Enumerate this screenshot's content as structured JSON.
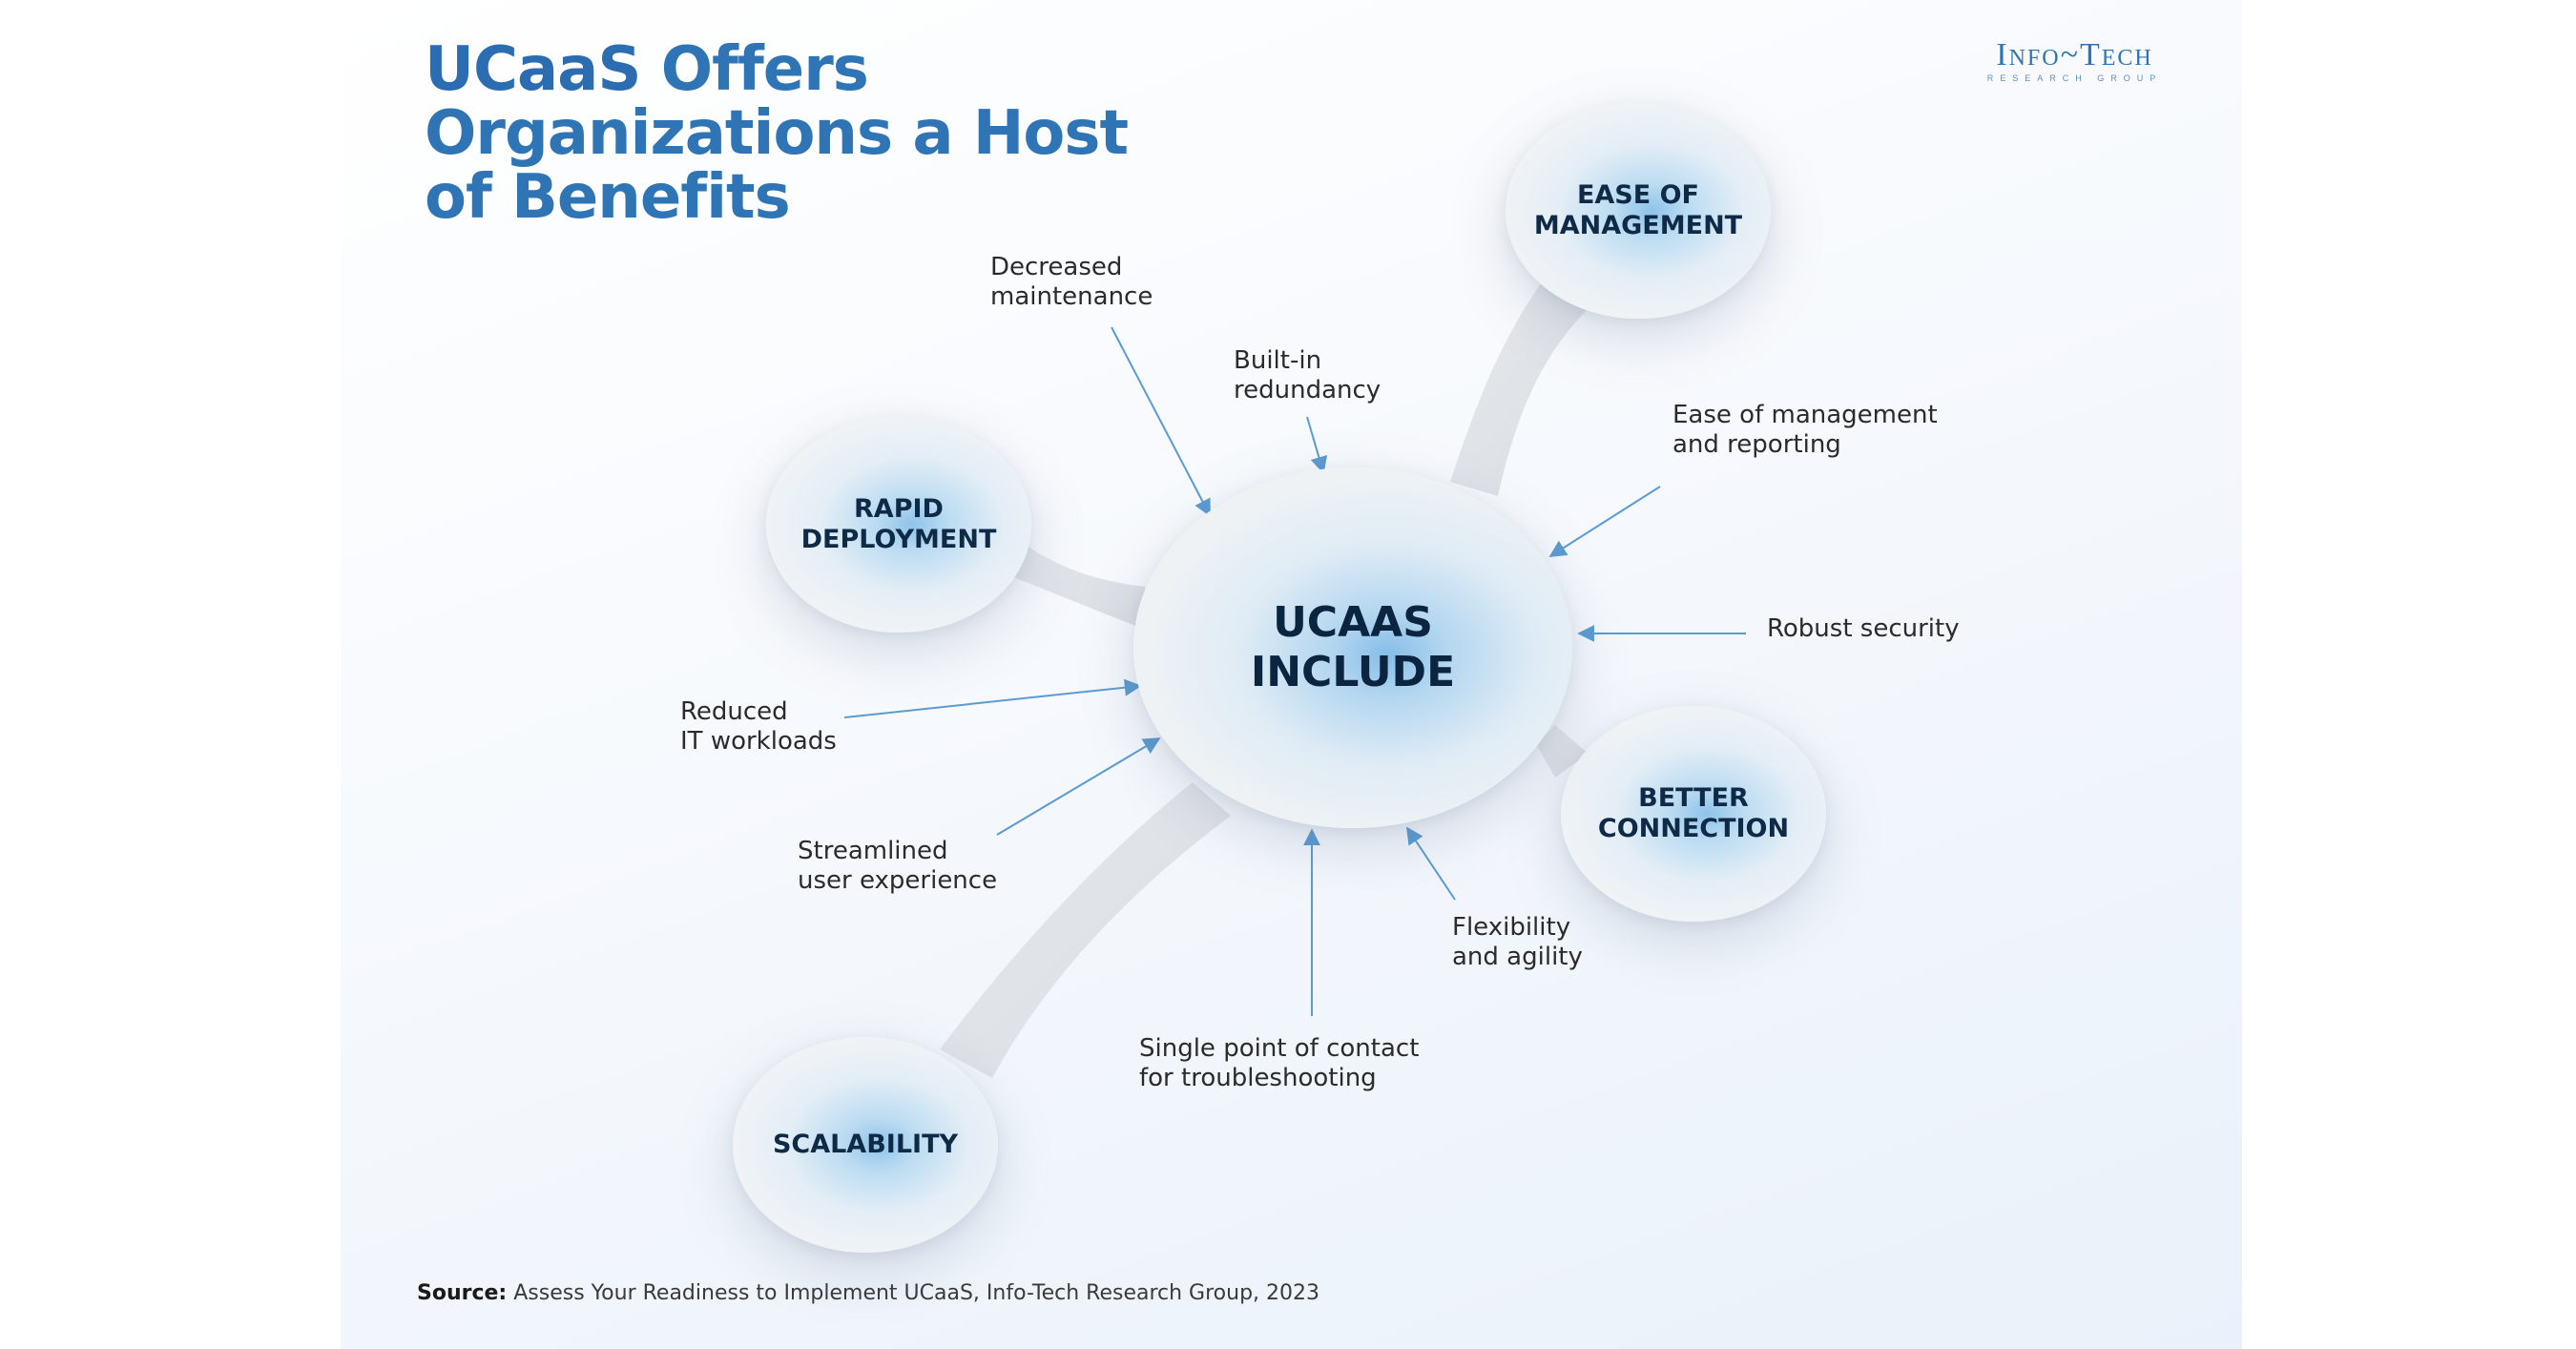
{
  "title": {
    "brand": "UCaaS",
    "line1_rest": " Offers",
    "line2": "Organizations a Host",
    "line3": "of Benefits"
  },
  "logo": {
    "main": "Info~Tech",
    "sub": "RESEARCH GROUP"
  },
  "center": {
    "label": "UCAAS\nINCLUDE"
  },
  "pillars": [
    {
      "id": "ease",
      "label": "EASE OF\nMANAGEMENT"
    },
    {
      "id": "rapid",
      "label": "RAPID\nDEPLOYMENT"
    },
    {
      "id": "better",
      "label": "BETTER\nCONNECTION"
    },
    {
      "id": "scalability",
      "label": "SCALABILITY"
    }
  ],
  "benefits": [
    {
      "id": "decreased-maintenance",
      "text": "Decreased\nmaintenance"
    },
    {
      "id": "built-in-redundancy",
      "text": "Built-in\nredundancy"
    },
    {
      "id": "ease-of-management-reporting",
      "text": "Ease of management\nand reporting"
    },
    {
      "id": "robust-security",
      "text": "Robust security"
    },
    {
      "id": "reduced-it-workloads",
      "text": "Reduced\nIT workloads"
    },
    {
      "id": "streamlined-user-experience",
      "text": "Streamlined\nuser experience"
    },
    {
      "id": "flexibility-agility",
      "text": "Flexibility\nand agility"
    },
    {
      "id": "single-point-of-contact",
      "text": "Single point of contact\nfor troubleshooting"
    }
  ],
  "source": {
    "label": "Source:",
    "text": " Assess Your Readiness to Implement UCaaS, Info-Tech Research Group, 2023"
  },
  "colors": {
    "title": "#2f74b5",
    "bubble_text": "#0e2a47",
    "arrow": "#5b9bd1",
    "stalk": "#dde1e6"
  }
}
